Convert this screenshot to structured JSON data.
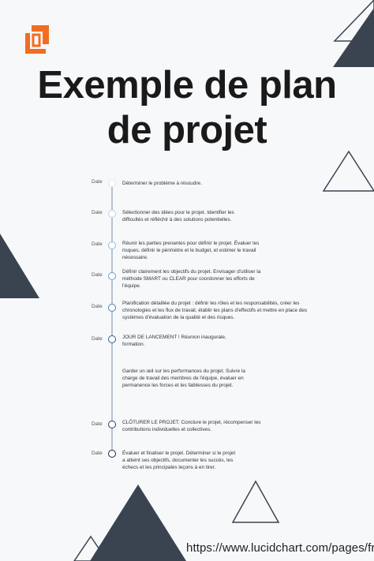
{
  "title": {
    "line1": "Exemple de plan",
    "line2": "de projet"
  },
  "timeline": [
    {
      "date": "Date",
      "text": "Déterminer le problème à résoudre.",
      "color": "#dde8f3"
    },
    {
      "date": "Date",
      "text": "Sélectionner des idées pour le projet. Identifier les difficultés et réfléchir à des solutions potentielles.",
      "color": "#b9d4ea"
    },
    {
      "date": "Date",
      "text": "Réunir les parties prenantes pour définir le projet. Évaluer les risques, définir le périmètre et le budget, et estimer le travail nécessaire.",
      "color": "#93bbdd"
    },
    {
      "date": "Date",
      "text": "Définir clairement les objectifs du projet. Envisager d'utiliser la méthode SMART ou CLEAR pour coordonner les efforts de l'équipe.",
      "color": "#6e9fc9"
    },
    {
      "date": "Date",
      "text": "Planification détaillée du projet : définir les rôles et les responsabilités, créer les chronologies et les flux de travail, établir les plans d'effectifs et mettre en place des systèmes d'évaluation de la qualité et des risques.",
      "color": "#4b7fab"
    },
    {
      "date": "Date",
      "text": "JOUR DE LANCEMENT ! Réunion inaugurale, formation.",
      "color": "#2f5f88"
    },
    {
      "date": "",
      "text": "Garder un œil sur les performances du projet. Suivre la charge de travail des membres de l'équipe, évaluer en permanence les forces et les faiblesses du projet.",
      "color": ""
    },
    {
      "date": "Date",
      "text": "CLÔTURER LE PROJET. Conclure le projet, récompenser les contributions individuelles et collectives.",
      "color": "#1d4064"
    },
    {
      "date": "Date",
      "text": "Évaluer et finaliser le projet. Déterminer si le projet a atteint ses objectifs, documenter les succès, les échecs et les principales leçons à en tirer.",
      "color": "#0f2742"
    }
  ],
  "footer": {
    "url": "https://www.lucidchart.com/pages/fr/"
  },
  "colors": {
    "logo": "#f26d21",
    "triangle_dark": "#3a4450",
    "triangle_outline": "#3a4450"
  },
  "icons": {
    "logo": "lucidchart-logo-icon"
  }
}
